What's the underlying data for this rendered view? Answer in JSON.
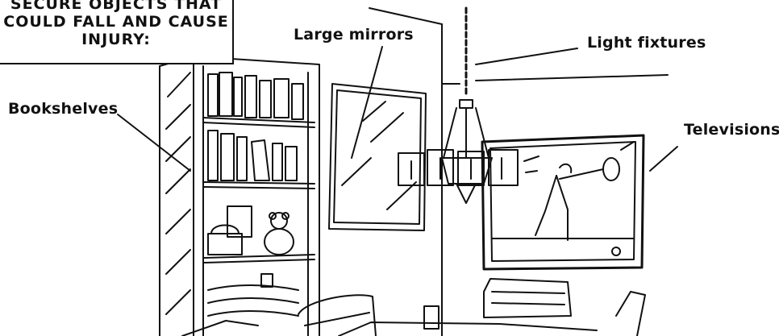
{
  "callout": {
    "title": "SECURE OBJECTS THAT\nCOULD FALL AND CAUSE\nINJURY:"
  },
  "labels": {
    "bookshelves": "Bookshelves",
    "mirrors": "Large mirrors",
    "light_fixtures": "Light fixtures",
    "televisions": "Televisions"
  },
  "colors": {
    "ink": "#111111",
    "paper": "#ffffff"
  }
}
